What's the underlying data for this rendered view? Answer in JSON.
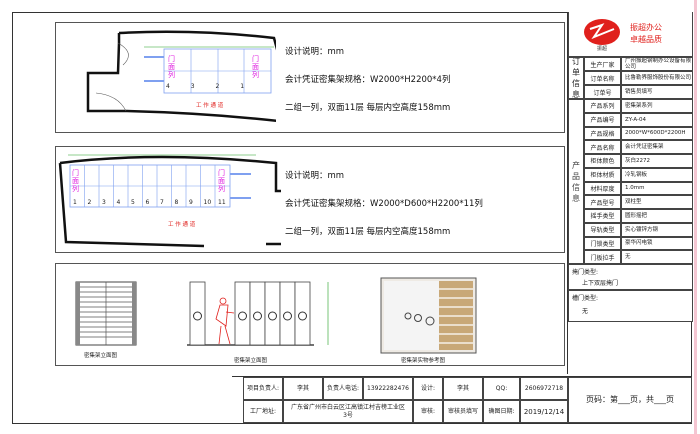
{
  "panels": [
    {
      "lines": [
        "设计说明：mm",
        "会计凭证密集架规格：W2000*H2200*4列",
        "二组一列，双面11层 每层内空高度158mm"
      ],
      "door_label": "门\n面\n列",
      "columns": [
        "4",
        "3",
        "2",
        "1"
      ],
      "aisle": "工 作 通 道"
    },
    {
      "lines": [
        "设计说明：mm",
        "会计凭证密集架规格：W2000*D600*H2200*11列",
        "二组一列，双面11层 每层内空高度158mm"
      ],
      "door_label": "门\n面\n列",
      "columns": [
        "1",
        "2",
        "3",
        "4",
        "5",
        "6",
        "7",
        "8",
        "9",
        "10",
        "11"
      ],
      "aisle": "工 作 通 道"
    }
  ],
  "views": {
    "front": "密集架立面图",
    "side": "密集架立面图",
    "photo": "密集架实物参考图"
  },
  "sidebar": {
    "slogan": [
      "振超办公",
      "卓越品质"
    ],
    "logo_text": "振超",
    "order_section": "订单信息",
    "order": [
      [
        "生产厂家",
        "广州振超钢制办公设备有限公司"
      ],
      [
        "订单名称",
        "比鲁勒界服饰股份有限公司"
      ],
      [
        "订单号",
        "销售员填写"
      ]
    ],
    "product_section": "产品信息",
    "product": [
      [
        "产品系列",
        "密集架系列"
      ],
      [
        "产品编号",
        "ZY-A-04"
      ],
      [
        "产品规格",
        "2000*W*600D*2200H"
      ],
      [
        "产品名称",
        "会计凭证密集架"
      ],
      [
        "柜体颜色",
        "灰白2272"
      ],
      [
        "柜体材质",
        "冷轧钢板"
      ],
      [
        "材料厚度",
        "1.0mm"
      ],
      [
        "产品型号",
        "双柱型"
      ],
      [
        "摇手类型",
        "圆形摇把"
      ],
      [
        "导轨类型",
        "实心镀锌方钢"
      ],
      [
        "门锁类型",
        "豪华闪电锁"
      ],
      [
        "门板拉手",
        "无"
      ]
    ],
    "swing_door": {
      "label": "掩门类型:",
      "value": "上下双层掩门"
    },
    "slot_door": {
      "label": "槽门类型:",
      "value": "无"
    }
  },
  "footer": {
    "pm_label": "项目负责人:",
    "pm": "李其",
    "phone_label": "负责人电话:",
    "phone": "13922282476",
    "design_label": "设计:",
    "designer": "李其",
    "qq_label": "QQ:",
    "qq": "2606972718",
    "factory_label": "工厂地址:",
    "factory": "广东省广州市白云区江高镇江村吉榜工业区3号",
    "review_label": "审核:",
    "reviewer": "审核员填写",
    "date_label": "确图日期:",
    "date": "2019/12/14",
    "page_code": "页码：第___页，共___页"
  },
  "colors": {
    "accent": "#e0201c",
    "magenta": "#e020e0",
    "grid": "#7fa0f0",
    "green": "#20a020"
  }
}
